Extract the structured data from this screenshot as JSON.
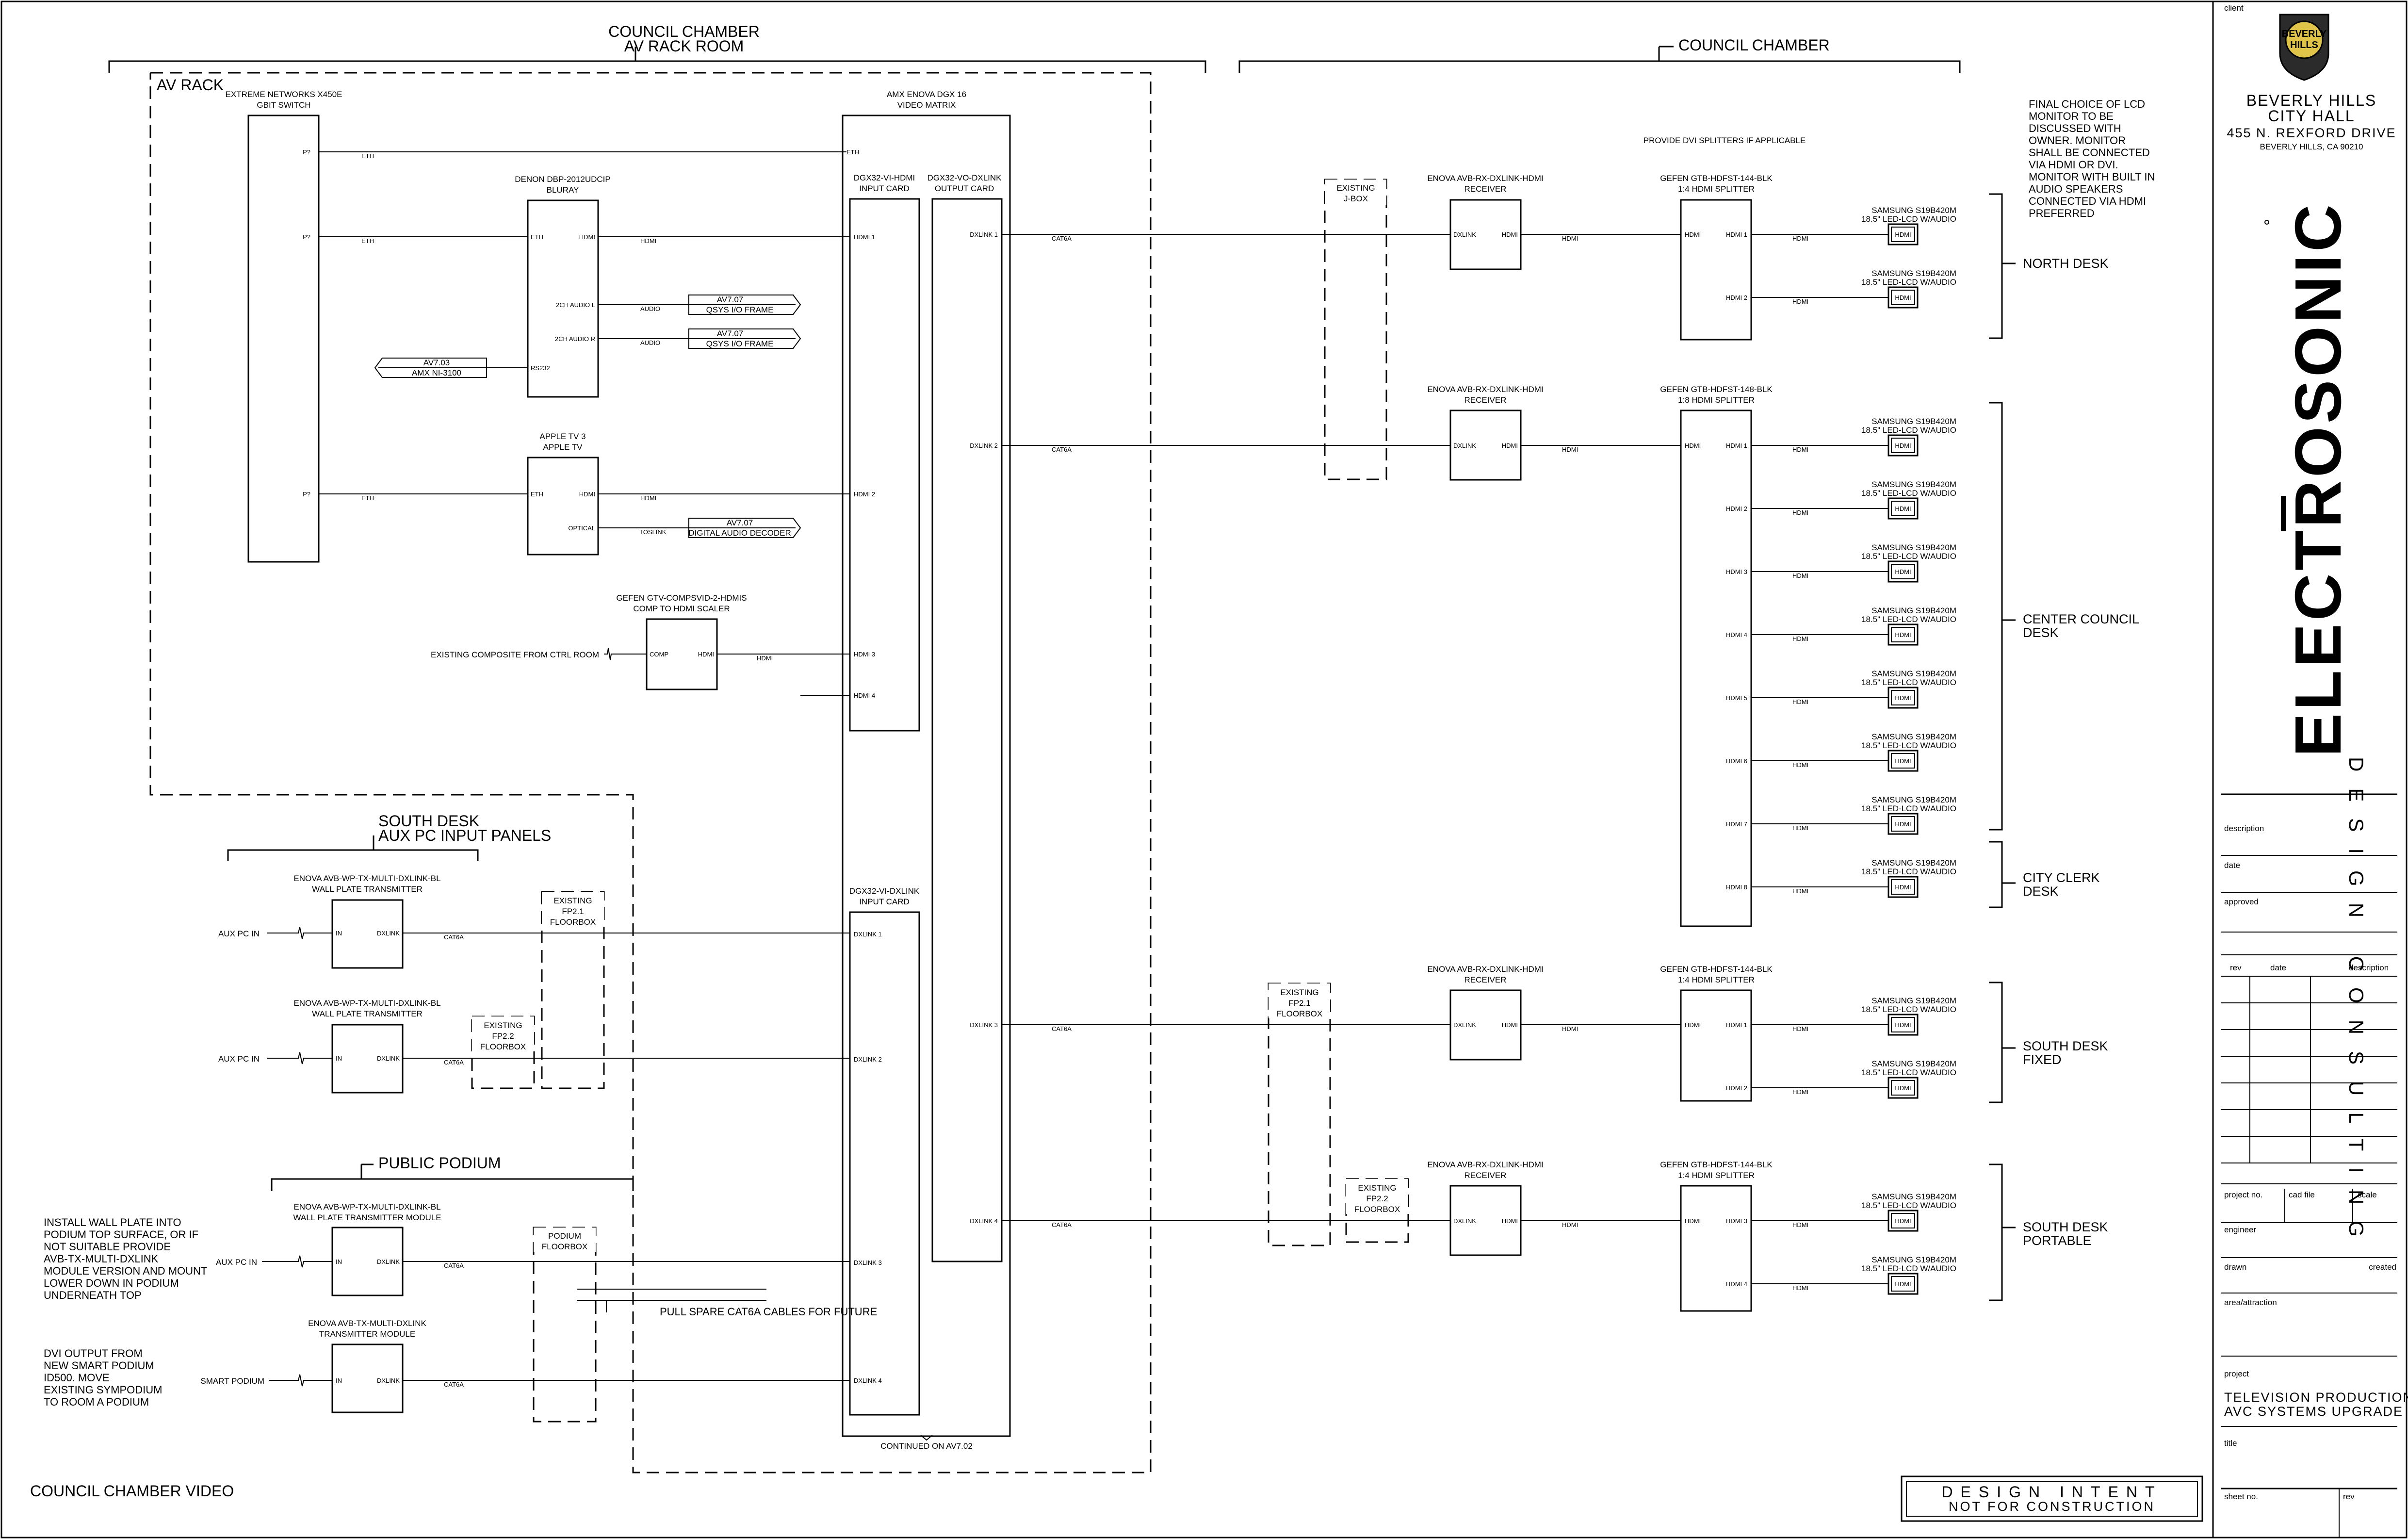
{
  "zones": {
    "council_chamber_av_rack_room": [
      "COUNCIL CHAMBER",
      "AV RACK ROOM"
    ],
    "council_chamber": "COUNCIL CHAMBER",
    "av_rack": "AV RACK",
    "south_desk_aux": [
      "SOUTH DESK",
      "AUX PC INPUT PANELS"
    ],
    "public_podium": "PUBLIC PODIUM"
  },
  "rack_devices": {
    "switch": {
      "title": [
        "EXTREME NETWORKS X450E",
        "GBIT SWITCH"
      ],
      "port": "P?"
    },
    "bluray": {
      "title": [
        "DENON DBP-2012UDCIP",
        "BLURAY"
      ],
      "eth": "ETH",
      "hdmi": "HDMI",
      "audio_l": "2CH AUDIO L",
      "audio_r": "2CH AUDIO R",
      "rs232": "RS232"
    },
    "appletv": {
      "title": [
        "APPLE TV 3",
        "APPLE TV"
      ],
      "eth": "ETH",
      "hdmi": "HDMI",
      "optical": "OPTICAL"
    },
    "scaler": {
      "title": [
        "GEFEN GTV-COMPSVID-2-HDMIS",
        "COMP TO HDMI SCALER"
      ],
      "comp": "COMP",
      "hdmi": "HDMI"
    },
    "matrix": {
      "title": [
        "AMX ENOVA DGX 16",
        "VIDEO MATRIX"
      ],
      "eth": "ETH",
      "continued": "CONTINUED ON AV7.02"
    },
    "input_card_hdmi": {
      "title": [
        "DGX32-VI-HDMI",
        "INPUT CARD"
      ],
      "ports": [
        "HDMI 1",
        "HDMI 2",
        "HDMI 3",
        "HDMI 4"
      ]
    },
    "output_card": {
      "title": [
        "DGX32-VO-DXLINK",
        "OUTPUT CARD"
      ],
      "ports": [
        "DXLINK 1",
        "DXLINK 2",
        "DXLINK 3",
        "DXLINK 4"
      ]
    },
    "input_card_dx": {
      "title": [
        "DGX32-VI-DXLINK",
        "INPUT CARD"
      ],
      "ports": [
        "DXLINK 1",
        "DXLINK 2",
        "DXLINK 3",
        "DXLINK 4"
      ]
    }
  },
  "cable_labels": {
    "eth": "ETH",
    "hdmi": "HDMI",
    "audio": "AUDIO",
    "toslink": "TOSLINK",
    "cat6a": "CAT6A"
  },
  "refs": {
    "qsys1": [
      "AV7.07",
      "QSYS I/O FRAME"
    ],
    "qsys2": [
      "AV7.07",
      "QSYS I/O FRAME"
    ],
    "amx": [
      "AV7.03",
      "AMX NI-3100"
    ],
    "decoder": [
      "AV7.07",
      "DIGITAL AUDIO DECODER"
    ]
  },
  "sources": {
    "composite": "EXISTING COMPOSITE FROM CTRL ROOM",
    "aux1": "AUX PC IN",
    "aux2": "AUX PC IN",
    "aux3": "AUX PC IN",
    "smart": "SMART PODIUM"
  },
  "transmitters": {
    "wp1": [
      "ENOVA AVB-WP-TX-MULTI-DXLINK-BL",
      "WALL PLATE TRANSMITTER"
    ],
    "wp2": [
      "ENOVA AVB-WP-TX-MULTI-DXLINK-BL",
      "WALL PLATE TRANSMITTER"
    ],
    "wp3": [
      "ENOVA AVB-WP-TX-MULTI-DXLINK-BL",
      "WALL PLATE TRANSMITTER MODULE"
    ],
    "tx4": [
      "ENOVA AVB-TX-MULTI-DXLINK",
      "TRANSMITTER MODULE"
    ],
    "in": "IN",
    "dxlink": "DXLINK"
  },
  "floorboxes": {
    "fp21a": [
      "EXISTING",
      "FP2.1",
      "FLOORBOX"
    ],
    "fp22a": [
      "EXISTING",
      "FP2.2",
      "FLOORBOX"
    ],
    "podium": [
      "PODIUM",
      "FLOORBOX"
    ],
    "jbox": [
      "EXISTING",
      "J-BOX"
    ],
    "fp21b": [
      "EXISTING",
      "FP2.1",
      "FLOORBOX"
    ],
    "fp22b": [
      "EXISTING",
      "FP2.2",
      "FLOORBOX"
    ]
  },
  "receiver": {
    "title": [
      "ENOVA AVB-RX-DXLINK-HDMI",
      "RECEIVER"
    ],
    "dxlink": "DXLINK",
    "hdmi": "HDMI"
  },
  "splitters": {
    "s1": [
      "GEFEN GTB-HDFST-144-BLK",
      "1:4 HDMI SPLITTER"
    ],
    "s2": [
      "GEFEN GTB-HDFST-148-BLK",
      "1:8 HDMI SPLITTER"
    ],
    "s3": [
      "GEFEN GTB-HDFST-144-BLK",
      "1:4 HDMI SPLITTER"
    ],
    "s4": [
      "GEFEN GTB-HDFST-144-BLK",
      "1:4 HDMI SPLITTER"
    ]
  },
  "monitor": {
    "title": [
      "SAMSUNG S19B420M",
      "18.5\" LED-LCD W/AUDIO"
    ],
    "port": "HDMI"
  },
  "desks": {
    "north": "NORTH DESK",
    "center": [
      "CENTER COUNCIL",
      "DESK"
    ],
    "clerk": [
      "CITY CLERK",
      "DESK"
    ],
    "south_fixed": [
      "SOUTH DESK",
      "FIXED"
    ],
    "south_portable": [
      "SOUTH DESK",
      "PORTABLE"
    ]
  },
  "notes": {
    "dvi_splitters": "PROVIDE DVI SPLITTERS IF APPLICABLE",
    "lcd_choice": [
      "FINAL CHOICE OF LCD",
      "MONITOR TO BE",
      "DISCUSSED WITH",
      "OWNER. MONITOR",
      "SHALL BE CONNECTED",
      "VIA HDMI OR DVI.",
      "MONITOR WITH BUILT IN",
      "AUDIO SPEAKERS",
      "CONNECTED VIA HDMI",
      "PREFERRED"
    ],
    "wall_plate": [
      "INSTALL WALL PLATE INTO",
      "PODIUM TOP SURFACE, OR IF",
      "NOT SUITABLE PROVIDE",
      "AVB-TX-MULTI-DXLINK",
      "MODULE VERSION AND MOUNT",
      "LOWER DOWN IN PODIUM",
      "UNDERNEATH TOP"
    ],
    "dvi_output": [
      "DVI OUTPUT FROM",
      "NEW SMART PODIUM",
      "ID500. MOVE",
      "EXISTING SYMPODIUM",
      "TO ROOM A PODIUM"
    ],
    "spare": "PULL SPARE CAT6A CABLES FOR FUTURE"
  },
  "sheet_title": "COUNCIL CHAMBER VIDEO",
  "design_intent": [
    "DESIGN INTENT",
    "NOT FOR CONSTRUCTION"
  ],
  "title_block": {
    "client_label": "client",
    "seal": [
      "BEVERLY",
      "HILLS"
    ],
    "client_name": [
      "BEVERLY HILLS",
      "CITY HALL"
    ],
    "address": "455 N. REXFORD DRIVE",
    "city": "BEVERLY HILLS, CA 90210",
    "firm": "ELECTROSONIC",
    "firm_sub": "DESIGN CONSULTING",
    "description": "description",
    "date": "date",
    "approved": "approved",
    "rev_headers": [
      "rev",
      "date",
      "description"
    ],
    "project_no": "project no.",
    "cad_file": "cad file",
    "scale": "scale",
    "engineer": "engineer",
    "drawn": "drawn",
    "created": "created",
    "area": "area/attraction",
    "project_label": "project",
    "project": [
      "TELEVISION PRODUCTION",
      "AVC SYSTEMS UPGRADE"
    ],
    "title_label": "title",
    "sheet_no": "sheet no.",
    "rev": "rev"
  }
}
